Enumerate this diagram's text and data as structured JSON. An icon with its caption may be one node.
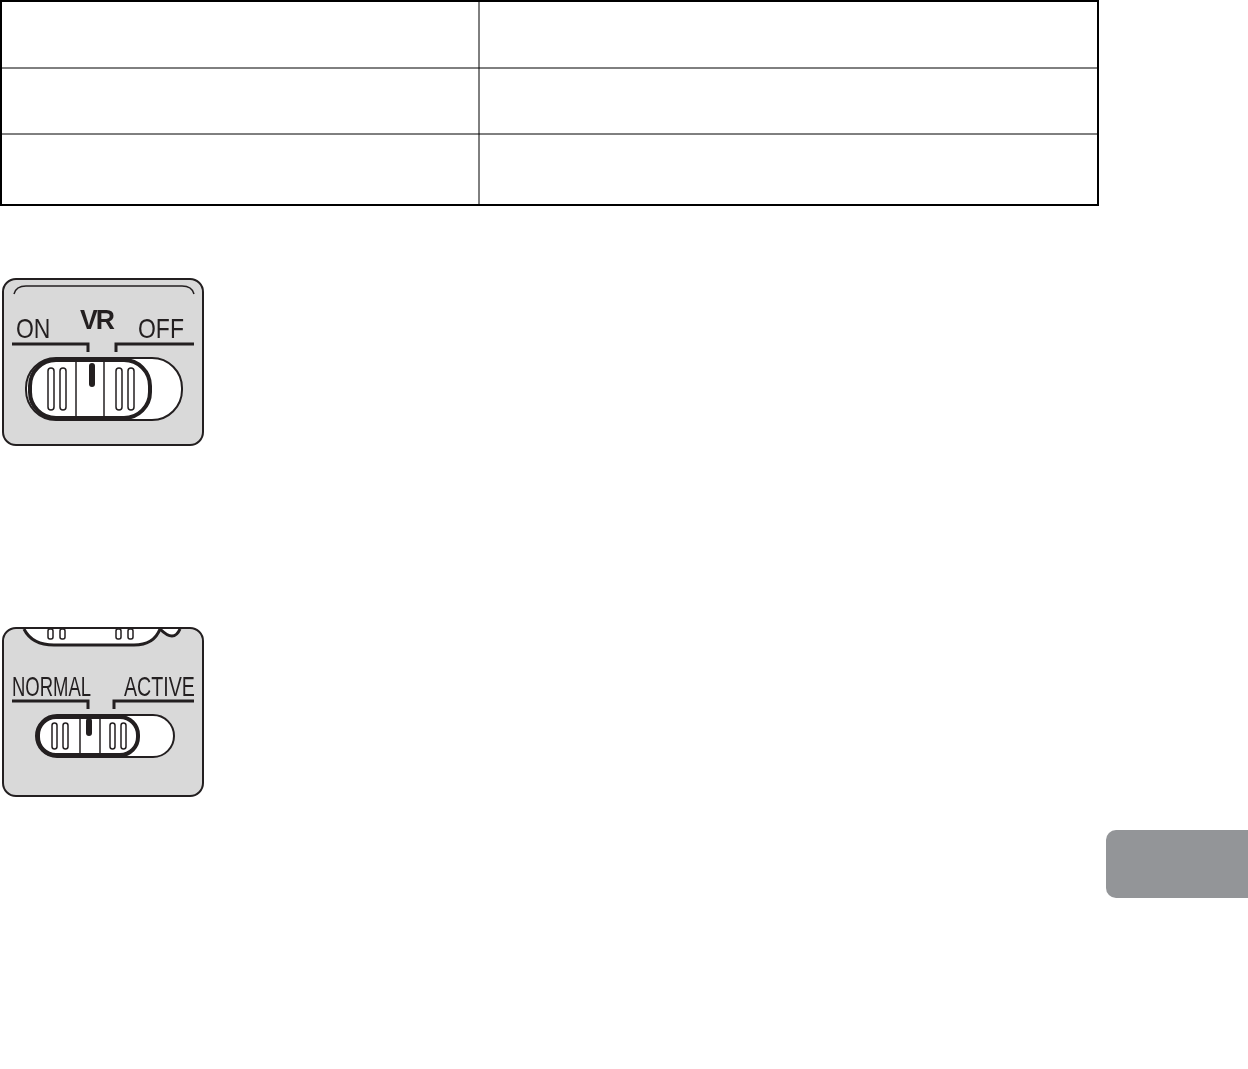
{
  "diagram": {
    "nodes": [
      {
        "text": [
          "ON",
          "VR",
          "OFF"
        ]
      },
      {
        "text": [
          "NORMAL",
          "ACTIVE"
        ]
      },
      {
        "text": [],
        "shape": "box"
      }
    ]
  }
}
